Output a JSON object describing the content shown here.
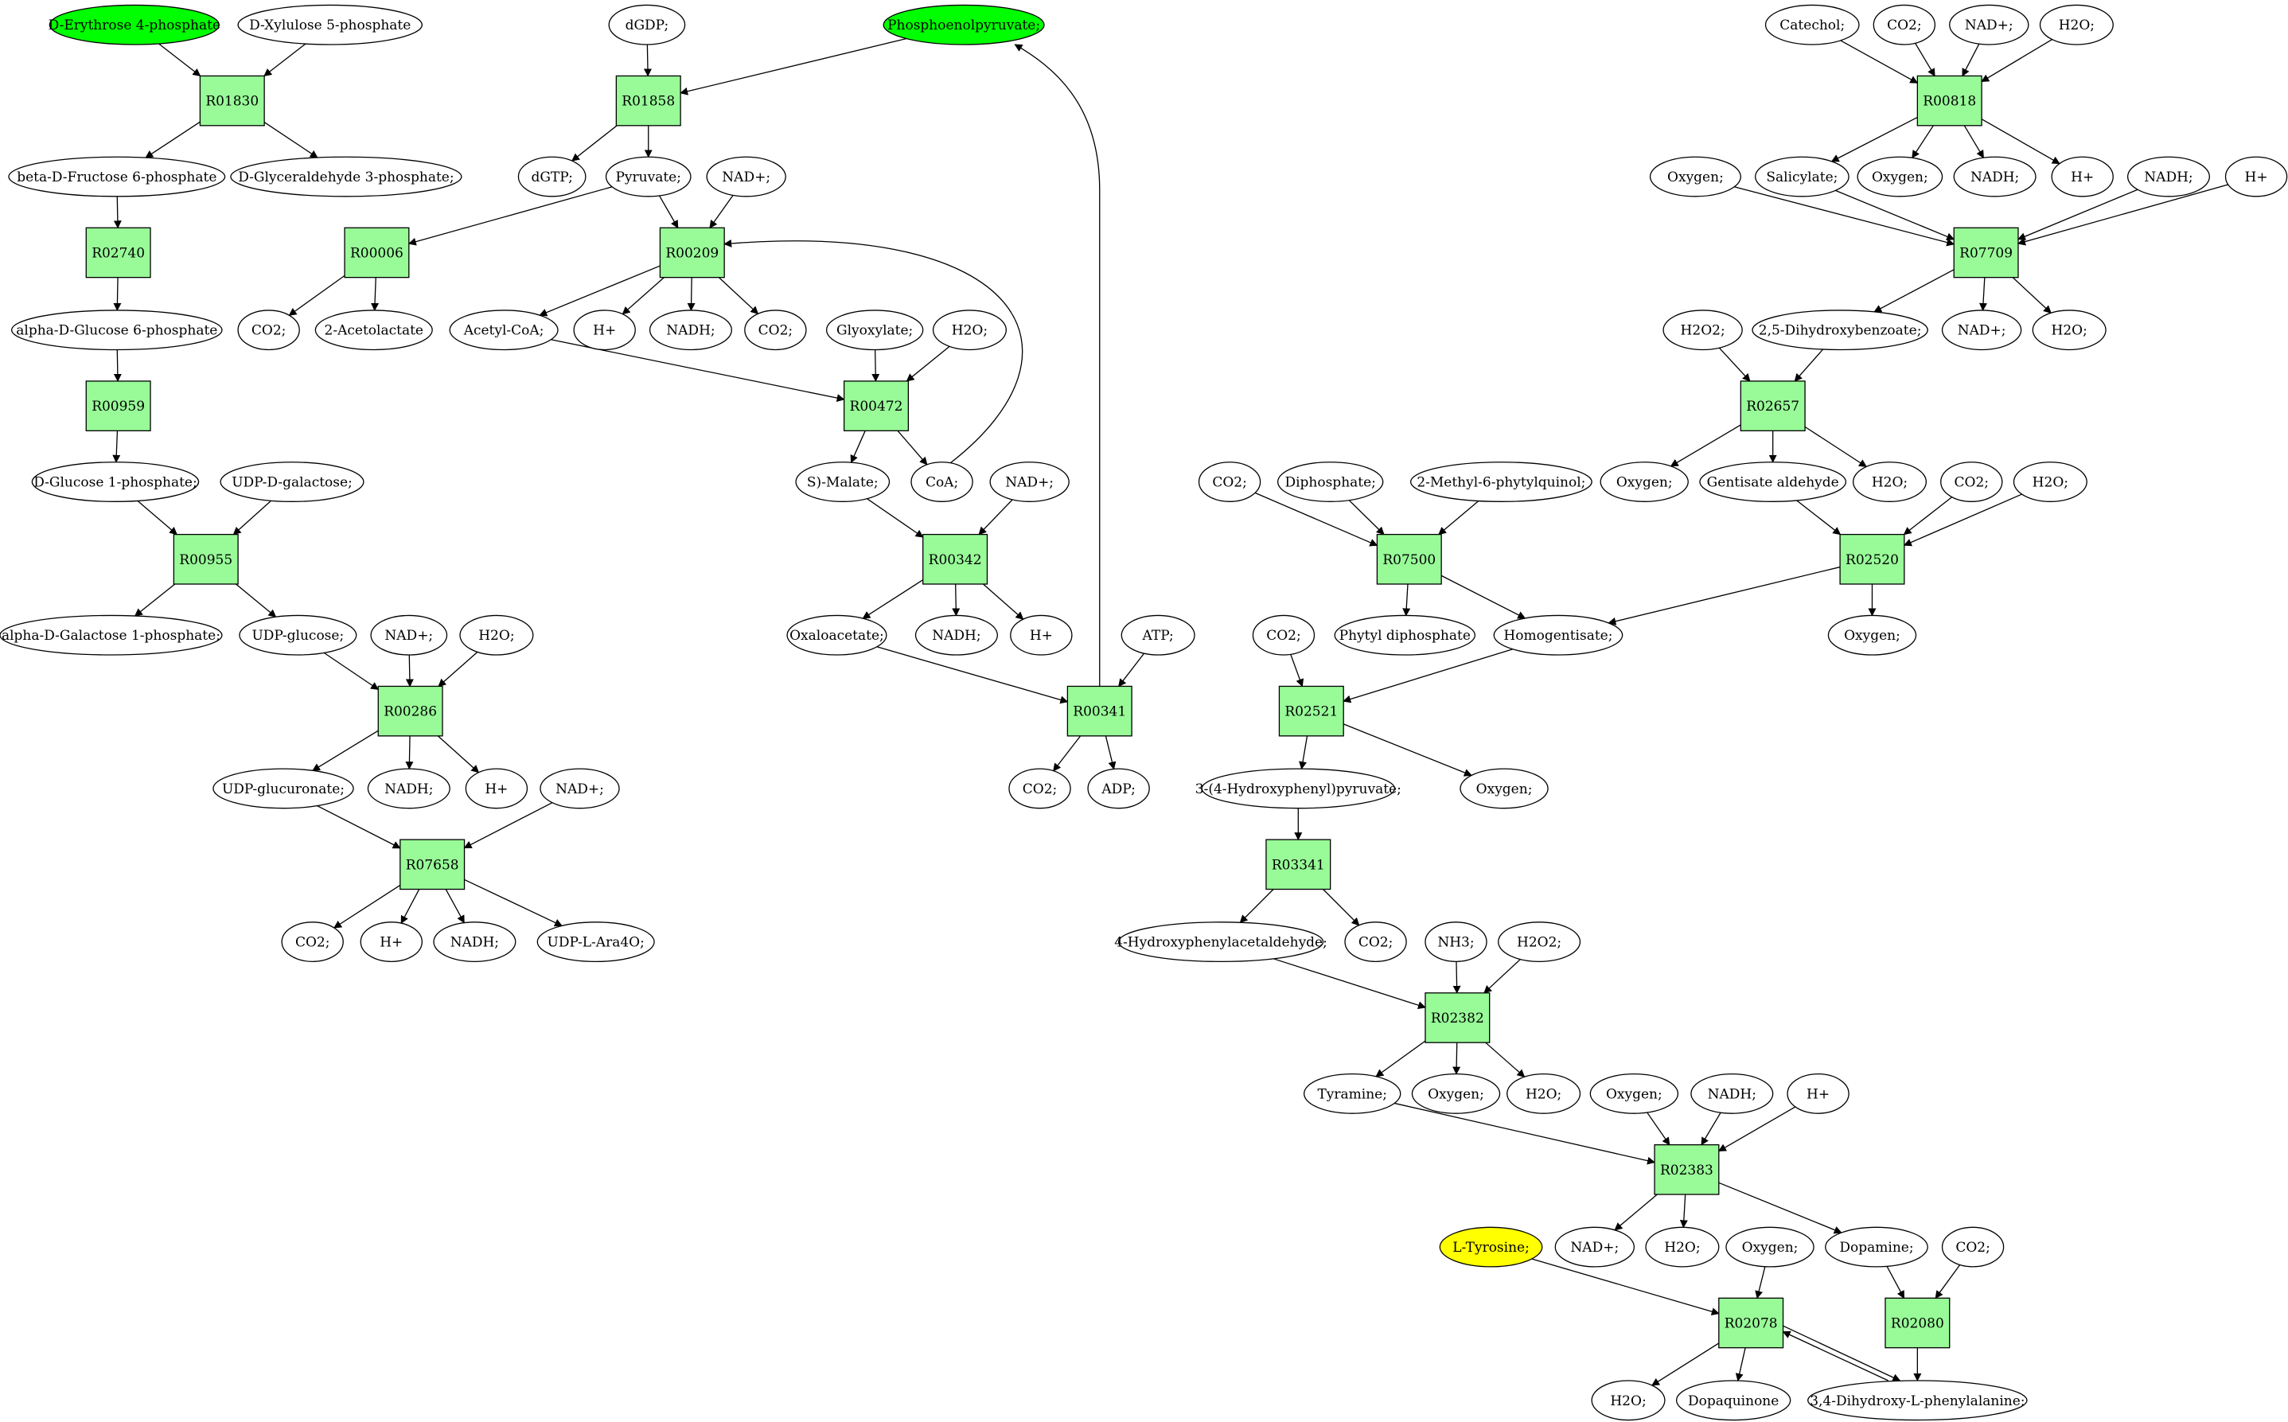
{
  "colors": {
    "reaction_fill": "#98fb98",
    "source_fill": "#00ff00",
    "target_fill": "#ffff00",
    "compound_fill": "#ffffff",
    "stroke": "#000000"
  },
  "compounds": [
    {
      "id": "c1",
      "label": "D-Erythrose 4-phosphate",
      "fill": "source"
    },
    {
      "id": "c2",
      "label": "D-Xylulose 5-phosphate"
    },
    {
      "id": "c3",
      "label": "beta-D-Fructose 6-phosphate"
    },
    {
      "id": "c4",
      "label": "D-Glyceraldehyde 3-phosphate;"
    },
    {
      "id": "c5",
      "label": "alpha-D-Glucose 6-phosphate"
    },
    {
      "id": "c6",
      "label": "D-Glucose 1-phosphate;"
    },
    {
      "id": "c7",
      "label": "UDP-D-galactose;"
    },
    {
      "id": "c8",
      "label": "alpha-D-Galactose 1-phosphate;"
    },
    {
      "id": "c9",
      "label": "UDP-glucose;"
    },
    {
      "id": "c10",
      "label": "NAD+;"
    },
    {
      "id": "c11",
      "label": "H2O;"
    },
    {
      "id": "c12",
      "label": "UDP-glucuronate;"
    },
    {
      "id": "c13",
      "label": "NADH;"
    },
    {
      "id": "c14",
      "label": "H+"
    },
    {
      "id": "c15",
      "label": "NAD+;"
    },
    {
      "id": "c16",
      "label": "CO2;"
    },
    {
      "id": "c17",
      "label": "H+"
    },
    {
      "id": "c18",
      "label": "NADH;"
    },
    {
      "id": "c19",
      "label": "UDP-L-Ara4O;"
    },
    {
      "id": "c20",
      "label": "dGDP;"
    },
    {
      "id": "c21",
      "label": "Phosphoenolpyruvate;",
      "fill": "source"
    },
    {
      "id": "c22",
      "label": "dGTP;"
    },
    {
      "id": "c23",
      "label": "Pyruvate;"
    },
    {
      "id": "c24",
      "label": "NAD+;"
    },
    {
      "id": "c25",
      "label": "CO2;"
    },
    {
      "id": "c26",
      "label": "2-Acetolactate"
    },
    {
      "id": "c27",
      "label": "Acetyl-CoA;"
    },
    {
      "id": "c28",
      "label": "H+"
    },
    {
      "id": "c29",
      "label": "NADH;"
    },
    {
      "id": "c30",
      "label": "CO2;"
    },
    {
      "id": "c31",
      "label": "Glyoxylate;"
    },
    {
      "id": "c32",
      "label": "H2O;"
    },
    {
      "id": "c33",
      "label": "S)-Malate;"
    },
    {
      "id": "c34",
      "label": "CoA;"
    },
    {
      "id": "c35",
      "label": "NAD+;"
    },
    {
      "id": "c36",
      "label": "Oxaloacetate;"
    },
    {
      "id": "c37",
      "label": "NADH;"
    },
    {
      "id": "c38",
      "label": "H+"
    },
    {
      "id": "c39",
      "label": "ATP;"
    },
    {
      "id": "c40",
      "label": "CO2;"
    },
    {
      "id": "c41",
      "label": "ADP;"
    },
    {
      "id": "c42",
      "label": "Catechol;"
    },
    {
      "id": "c43",
      "label": "CO2;"
    },
    {
      "id": "c44",
      "label": "NAD+;"
    },
    {
      "id": "c45",
      "label": "H2O;"
    },
    {
      "id": "c46",
      "label": "Oxygen;"
    },
    {
      "id": "c47",
      "label": "Salicylate;"
    },
    {
      "id": "c48",
      "label": "Oxygen;"
    },
    {
      "id": "c49",
      "label": "NADH;"
    },
    {
      "id": "c50",
      "label": "H+"
    },
    {
      "id": "c51",
      "label": "NADH;"
    },
    {
      "id": "c52",
      "label": "H+"
    },
    {
      "id": "c53",
      "label": "H2O2;"
    },
    {
      "id": "c54",
      "label": "2,5-Dihydroxybenzoate;"
    },
    {
      "id": "c55",
      "label": "NAD+;"
    },
    {
      "id": "c56",
      "label": "H2O;"
    },
    {
      "id": "c57",
      "label": "Oxygen;"
    },
    {
      "id": "c58",
      "label": "Gentisate aldehyde"
    },
    {
      "id": "c59",
      "label": "H2O;"
    },
    {
      "id": "c60",
      "label": "CO2;"
    },
    {
      "id": "c61",
      "label": "H2O;"
    },
    {
      "id": "c62",
      "label": "CO2;"
    },
    {
      "id": "c63",
      "label": "Diphosphate;"
    },
    {
      "id": "c64",
      "label": "2-Methyl-6-phytylquinol;"
    },
    {
      "id": "c65",
      "label": "Phytyl diphosphate"
    },
    {
      "id": "c66",
      "label": "Homogentisate;"
    },
    {
      "id": "c67",
      "label": "Oxygen;"
    },
    {
      "id": "c68",
      "label": "CO2;"
    },
    {
      "id": "c69",
      "label": "3-(4-Hydroxyphenyl)pyruvate;"
    },
    {
      "id": "c70",
      "label": "Oxygen;"
    },
    {
      "id": "c71",
      "label": "4-Hydroxyphenylacetaldehyde;"
    },
    {
      "id": "c72",
      "label": "CO2;"
    },
    {
      "id": "c73",
      "label": "NH3;"
    },
    {
      "id": "c74",
      "label": "H2O2;"
    },
    {
      "id": "c75",
      "label": "Tyramine;"
    },
    {
      "id": "c76",
      "label": "Oxygen;"
    },
    {
      "id": "c77",
      "label": "H2O;"
    },
    {
      "id": "c78",
      "label": "Oxygen;"
    },
    {
      "id": "c79",
      "label": "NADH;"
    },
    {
      "id": "c80",
      "label": "H+"
    },
    {
      "id": "c81",
      "label": "NAD+;"
    },
    {
      "id": "c82",
      "label": "H2O;"
    },
    {
      "id": "c83",
      "label": "Dopamine;"
    },
    {
      "id": "c84",
      "label": "CO2;"
    },
    {
      "id": "c85",
      "label": "L-Tyrosine;",
      "fill": "target"
    },
    {
      "id": "c86",
      "label": "Oxygen;"
    },
    {
      "id": "c87",
      "label": "H2O;"
    },
    {
      "id": "c88",
      "label": "Dopaquinone"
    },
    {
      "id": "c89",
      "label": "3,4-Dihydroxy-L-phenylalanine;"
    }
  ],
  "reactions": [
    {
      "id": "R01830",
      "label": "R01830"
    },
    {
      "id": "R02740",
      "label": "R02740"
    },
    {
      "id": "R00959",
      "label": "R00959"
    },
    {
      "id": "R00955",
      "label": "R00955"
    },
    {
      "id": "R00286",
      "label": "R00286"
    },
    {
      "id": "R07658",
      "label": "R07658"
    },
    {
      "id": "R01858",
      "label": "R01858"
    },
    {
      "id": "R00006",
      "label": "R00006"
    },
    {
      "id": "R00209",
      "label": "R00209"
    },
    {
      "id": "R00472",
      "label": "R00472"
    },
    {
      "id": "R00342",
      "label": "R00342"
    },
    {
      "id": "R00341",
      "label": "R00341"
    },
    {
      "id": "R00818",
      "label": "R00818"
    },
    {
      "id": "R07709",
      "label": "R07709"
    },
    {
      "id": "R02657",
      "label": "R02657"
    },
    {
      "id": "R02520",
      "label": "R02520"
    },
    {
      "id": "R07500",
      "label": "R07500"
    },
    {
      "id": "R02521",
      "label": "R02521"
    },
    {
      "id": "R03341",
      "label": "R03341"
    },
    {
      "id": "R02382",
      "label": "R02382"
    },
    {
      "id": "R02383",
      "label": "R02383"
    },
    {
      "id": "R02078",
      "label": "R02078"
    },
    {
      "id": "R02080",
      "label": "R02080"
    }
  ],
  "edges": [
    [
      "c1",
      "R01830"
    ],
    [
      "c2",
      "R01830"
    ],
    [
      "R01830",
      "c3"
    ],
    [
      "R01830",
      "c4"
    ],
    [
      "c3",
      "R02740"
    ],
    [
      "R02740",
      "c5"
    ],
    [
      "c5",
      "R00959"
    ],
    [
      "R00959",
      "c6"
    ],
    [
      "c6",
      "R00955"
    ],
    [
      "c7",
      "R00955"
    ],
    [
      "R00955",
      "c8"
    ],
    [
      "R00955",
      "c9"
    ],
    [
      "c9",
      "R00286"
    ],
    [
      "c10",
      "R00286"
    ],
    [
      "c11",
      "R00286"
    ],
    [
      "R00286",
      "c12"
    ],
    [
      "R00286",
      "c13"
    ],
    [
      "R00286",
      "c14"
    ],
    [
      "c12",
      "R07658"
    ],
    [
      "c15",
      "R07658"
    ],
    [
      "R07658",
      "c16"
    ],
    [
      "R07658",
      "c17"
    ],
    [
      "R07658",
      "c18"
    ],
    [
      "R07658",
      "c19"
    ],
    [
      "c20",
      "R01858"
    ],
    [
      "c21",
      "R01858"
    ],
    [
      "R01858",
      "c22"
    ],
    [
      "R01858",
      "c23"
    ],
    [
      "c23",
      "R00006"
    ],
    [
      "R00006",
      "c25"
    ],
    [
      "R00006",
      "c26"
    ],
    [
      "c23",
      "R00209"
    ],
    [
      "c24",
      "R00209"
    ],
    [
      "R00209",
      "c27"
    ],
    [
      "R00209",
      "c28"
    ],
    [
      "R00209",
      "c29"
    ],
    [
      "R00209",
      "c30"
    ],
    [
      "c27",
      "R00472"
    ],
    [
      "c31",
      "R00472"
    ],
    [
      "c32",
      "R00472"
    ],
    [
      "R00472",
      "c33"
    ],
    [
      "R00472",
      "c34"
    ],
    [
      "c34",
      "R00209"
    ],
    [
      "c33",
      "R00342"
    ],
    [
      "c35",
      "R00342"
    ],
    [
      "R00342",
      "c36"
    ],
    [
      "R00342",
      "c37"
    ],
    [
      "R00342",
      "c38"
    ],
    [
      "c36",
      "R00341"
    ],
    [
      "c39",
      "R00341"
    ],
    [
      "R00341",
      "c40"
    ],
    [
      "R00341",
      "c41"
    ],
    [
      "R00341",
      "c21"
    ],
    [
      "c42",
      "R00818"
    ],
    [
      "c43",
      "R00818"
    ],
    [
      "c44",
      "R00818"
    ],
    [
      "c45",
      "R00818"
    ],
    [
      "R00818",
      "c47"
    ],
    [
      "R00818",
      "c48"
    ],
    [
      "R00818",
      "c49"
    ],
    [
      "R00818",
      "c50"
    ],
    [
      "c46",
      "R07709"
    ],
    [
      "c47",
      "R07709"
    ],
    [
      "c51",
      "R07709"
    ],
    [
      "c52",
      "R07709"
    ],
    [
      "R07709",
      "c54"
    ],
    [
      "R07709",
      "c55"
    ],
    [
      "R07709",
      "c56"
    ],
    [
      "c53",
      "R02657"
    ],
    [
      "c54",
      "R02657"
    ],
    [
      "R02657",
      "c57"
    ],
    [
      "R02657",
      "c58"
    ],
    [
      "R02657",
      "c59"
    ],
    [
      "c58",
      "R02520"
    ],
    [
      "c60",
      "R02520"
    ],
    [
      "c61",
      "R02520"
    ],
    [
      "R02520",
      "c66"
    ],
    [
      "R02520",
      "c67"
    ],
    [
      "c62",
      "R07500"
    ],
    [
      "c63",
      "R07500"
    ],
    [
      "c64",
      "R07500"
    ],
    [
      "R07500",
      "c65"
    ],
    [
      "R07500",
      "c66"
    ],
    [
      "c66",
      "R02521"
    ],
    [
      "c68",
      "R02521"
    ],
    [
      "R02521",
      "c69"
    ],
    [
      "R02521",
      "c70"
    ],
    [
      "c69",
      "R03341"
    ],
    [
      "R03341",
      "c71"
    ],
    [
      "R03341",
      "c72"
    ],
    [
      "c71",
      "R02382"
    ],
    [
      "c73",
      "R02382"
    ],
    [
      "c74",
      "R02382"
    ],
    [
      "R02382",
      "c75"
    ],
    [
      "R02382",
      "c76"
    ],
    [
      "R02382",
      "c77"
    ],
    [
      "c75",
      "R02383"
    ],
    [
      "c78",
      "R02383"
    ],
    [
      "c79",
      "R02383"
    ],
    [
      "c80",
      "R02383"
    ],
    [
      "R02383",
      "c81"
    ],
    [
      "R02383",
      "c82"
    ],
    [
      "R02383",
      "c83"
    ],
    [
      "c83",
      "R02080"
    ],
    [
      "c84",
      "R02080"
    ],
    [
      "R02080",
      "c89"
    ],
    [
      "c85",
      "R02078"
    ],
    [
      "c86",
      "R02078"
    ],
    [
      "R02078",
      "c87"
    ],
    [
      "R02078",
      "c88"
    ],
    [
      "c89",
      "R02078"
    ],
    [
      "R02078",
      "c89"
    ]
  ]
}
